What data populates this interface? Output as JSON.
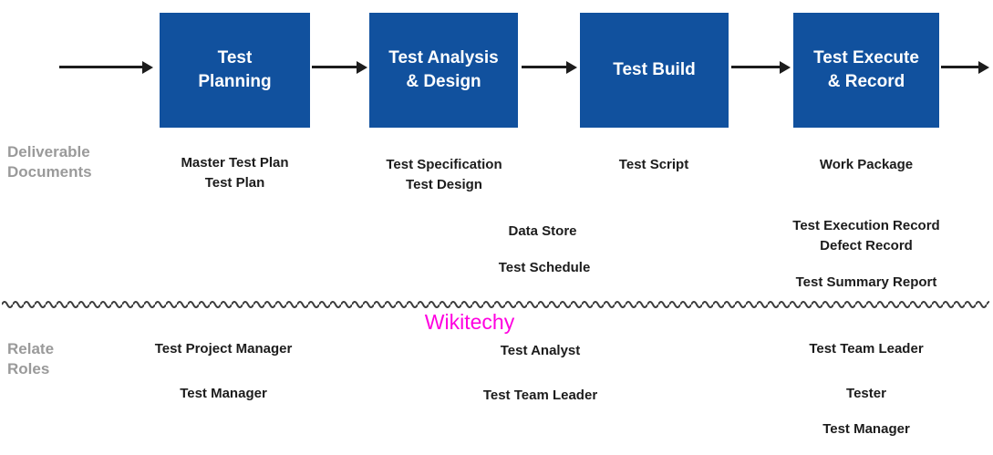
{
  "phases": [
    "Test\nPlanning",
    "Test Analysis\n& Design",
    "Test Build",
    "Test Execute\n& Record"
  ],
  "labels": {
    "deliverables": "Deliverable\nDocuments",
    "roles": "Relate\nRoles"
  },
  "deliverables": {
    "planning": "Master Test Plan\nTest Plan",
    "analysis": "Test Specification\nTest Design",
    "build": "Test Script",
    "execute": "Work Package",
    "data_store": "Data Store",
    "execution_defect": "Test Execution Record\nDefect Record",
    "test_schedule": "Test Schedule",
    "summary_report": "Test Summary Report"
  },
  "roles": {
    "row1": [
      "Test Project Manager",
      "Test Analyst",
      "Test Team Leader"
    ],
    "row2": [
      "Test Manager",
      "Test Team Leader",
      "Tester"
    ],
    "row3": [
      "Test Manager"
    ]
  },
  "watermark": "Wikitechy",
  "colors": {
    "phase_box": "#11519e",
    "phase_text": "#ffffff",
    "section_label": "#9a9a9a",
    "text": "#1c1c1c",
    "arrow": "#1c1c1c",
    "watermark": "#ff00e0",
    "divider": "#3c3c3c"
  }
}
